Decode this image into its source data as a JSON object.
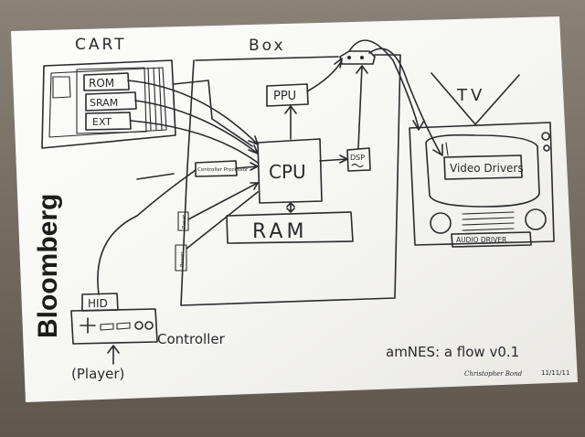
{
  "watermark": "Bloomberg",
  "diagram": {
    "title": "amNES: a flow v0.1",
    "signature": "Christopher Bond",
    "date": "11/11/11",
    "nodes": {
      "cart": "CART",
      "rom": "ROM",
      "sram": "SRAM",
      "ext": "EXT",
      "box": "Box",
      "ppu": "PPU",
      "cpu": "CPU",
      "ram": "RAM",
      "dsp": "DSP",
      "controller_processor": "Controller Processor",
      "tv": "TV",
      "video_driver": "Video Drivers",
      "audio_driver": "AUDIO DRIVER",
      "hid": "HID",
      "controller": "Controller",
      "player": "(Player)",
      "reset": "Reset",
      "power": "Power"
    }
  }
}
